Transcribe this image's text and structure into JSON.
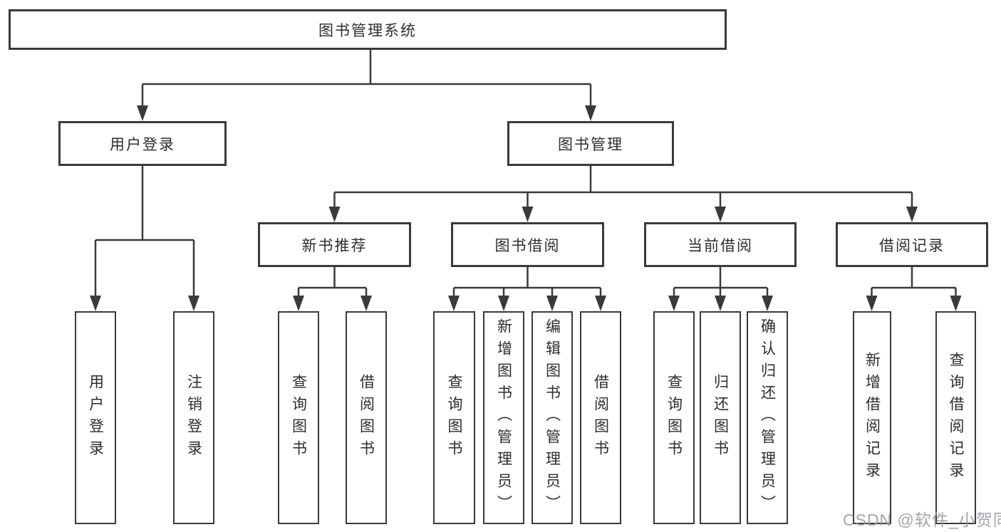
{
  "diagram": {
    "root": "图书管理系统",
    "level2": [
      {
        "label": "用户登录"
      },
      {
        "label": "图书管理"
      }
    ],
    "level3": [
      {
        "label": "新书推荐"
      },
      {
        "label": "图书借阅"
      },
      {
        "label": "当前借阅"
      },
      {
        "label": "借阅记录"
      }
    ],
    "leaves": {
      "user_login": [
        "用户登录",
        "注销登录"
      ],
      "new_book": [
        "查询图书",
        "借阅图书"
      ],
      "borrow": [
        "查询图书",
        "新增图书（管理员）",
        "编辑图书（管理员）",
        "借阅图书"
      ],
      "current": [
        "查询图书",
        "归还图书",
        "确认归还（管理员）"
      ],
      "record": [
        "新增借阅记录",
        "查询借阅记录"
      ]
    }
  },
  "watermark": "CSDN @软件_小贺同学",
  "colors": {
    "line": "#3a3a3a",
    "text": "#2d2d2d",
    "watermark": "#9b9ba0",
    "background": "#ffffff"
  }
}
